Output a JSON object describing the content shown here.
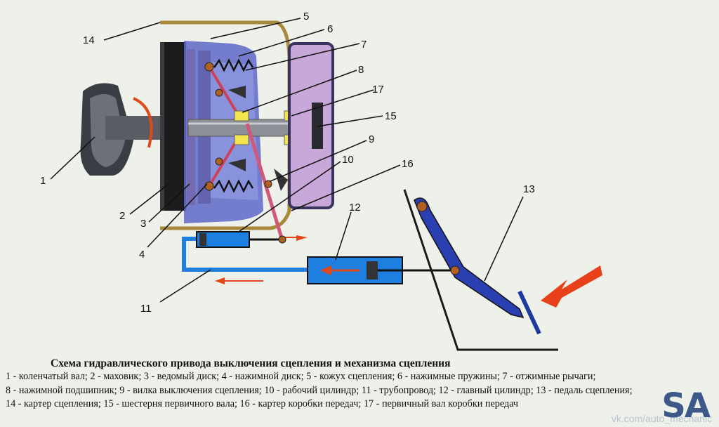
{
  "diagram": {
    "title": "Схема гидравлического привода выключения сцепления и механизма сцепления",
    "callouts": [
      "1",
      "2",
      "3",
      "4",
      "5",
      "6",
      "7",
      "8",
      "9",
      "10",
      "11",
      "12",
      "13",
      "14",
      "15",
      "16",
      "17"
    ],
    "legend": [
      "1 - коленчатый вал;",
      "2 - маховик;",
      "3 - ведомый диск;",
      "4 - нажимной диск;",
      "5 - кожух сцепления;",
      "6 - нажимные пружины;",
      "7 - отжимные рычаги;",
      "8 - нажимной подшипник;",
      "9 - вилка выключения сцепления;",
      "10 - рабочий цилиндр;",
      "11 - трубопровод;",
      "12 - главный цилиндр;",
      "13 - педаль сцепления;",
      "14 - картер сцепления;",
      "15 - шестерня первичного вала;",
      "16 - картер коробки передач;",
      "17 - первичный вал коробки передач"
    ]
  },
  "watermark": "vk.com/auto_mechanic",
  "logo": "SA"
}
